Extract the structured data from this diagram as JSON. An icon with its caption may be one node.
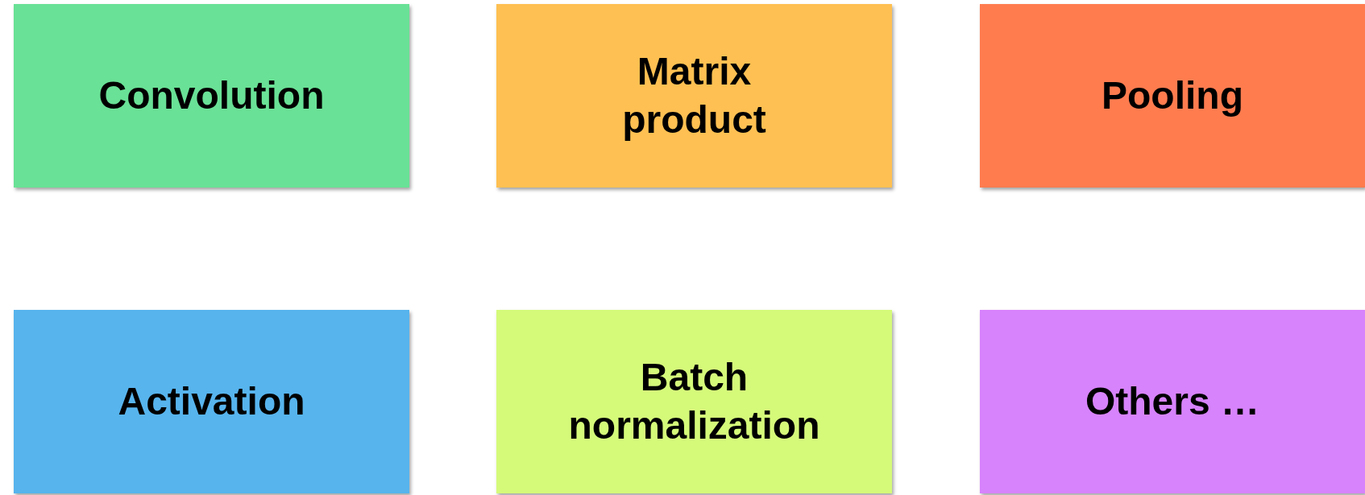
{
  "diagram": {
    "nodes": [
      {
        "text": [
          "Convolution"
        ]
      },
      {
        "text": [
          "Matrix product"
        ]
      },
      {
        "text": [
          "Pooling"
        ]
      },
      {
        "text": [
          "Activation"
        ]
      },
      {
        "text": [
          "Batch normalization"
        ]
      },
      {
        "text": [
          "Others …"
        ]
      }
    ]
  }
}
